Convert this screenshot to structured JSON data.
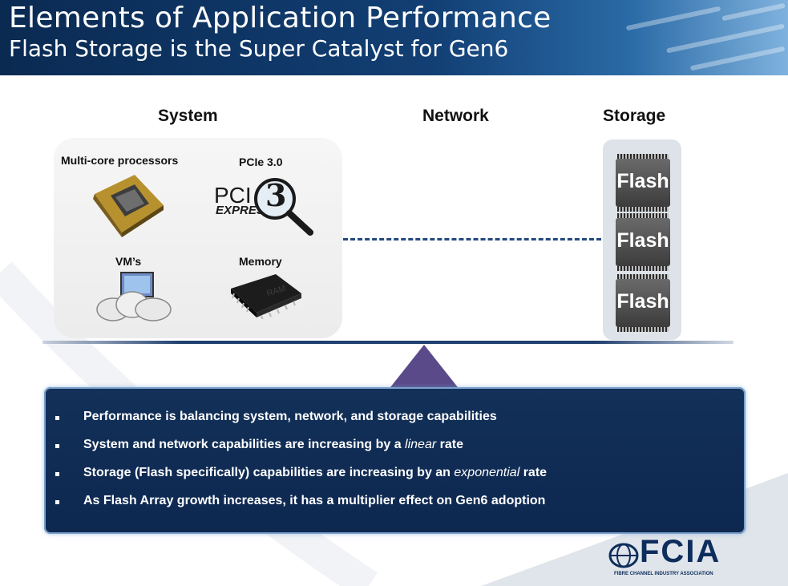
{
  "header": {
    "title": "Elements of Application Performance",
    "subtitle": "Flash Storage is the Super Catalyst for Gen6"
  },
  "columns": {
    "system": "System",
    "network": "Network",
    "storage": "Storage"
  },
  "system_items": {
    "cpu": "Multi-core processors",
    "pcie": "PCIe 3.0",
    "pcie_logo_text": "PCI",
    "pcie_logo_sub": "EXPRES",
    "pcie_logo_num": "3",
    "vm": "VM’s",
    "memory": "Memory",
    "memory_chip_text": "RAM"
  },
  "storage_items": [
    "Flash",
    "Flash",
    "Flash"
  ],
  "bullets": {
    "b1": "Performance is balancing  system, network, and storage capabilities",
    "b2_pre": "System and network capabilities are increasing by a ",
    "b2_em": "linear",
    "b2_post": " rate",
    "b3_pre": "Storage (Flash specifically) capabilities are increasing by an ",
    "b3_em": "exponential",
    "b3_post": " rate",
    "b4": "As Flash Array growth increases, it has a multiplier effect on Gen6 adoption"
  },
  "logo": {
    "name": "FCIA",
    "tagline": "FIBRE CHANNEL INDUSTRY ASSOCIATION"
  },
  "colors": {
    "header_dark": "#0a2a52",
    "panel": "#123058",
    "fulcrum": "#5a4a8a",
    "dash": "#234a7e"
  }
}
